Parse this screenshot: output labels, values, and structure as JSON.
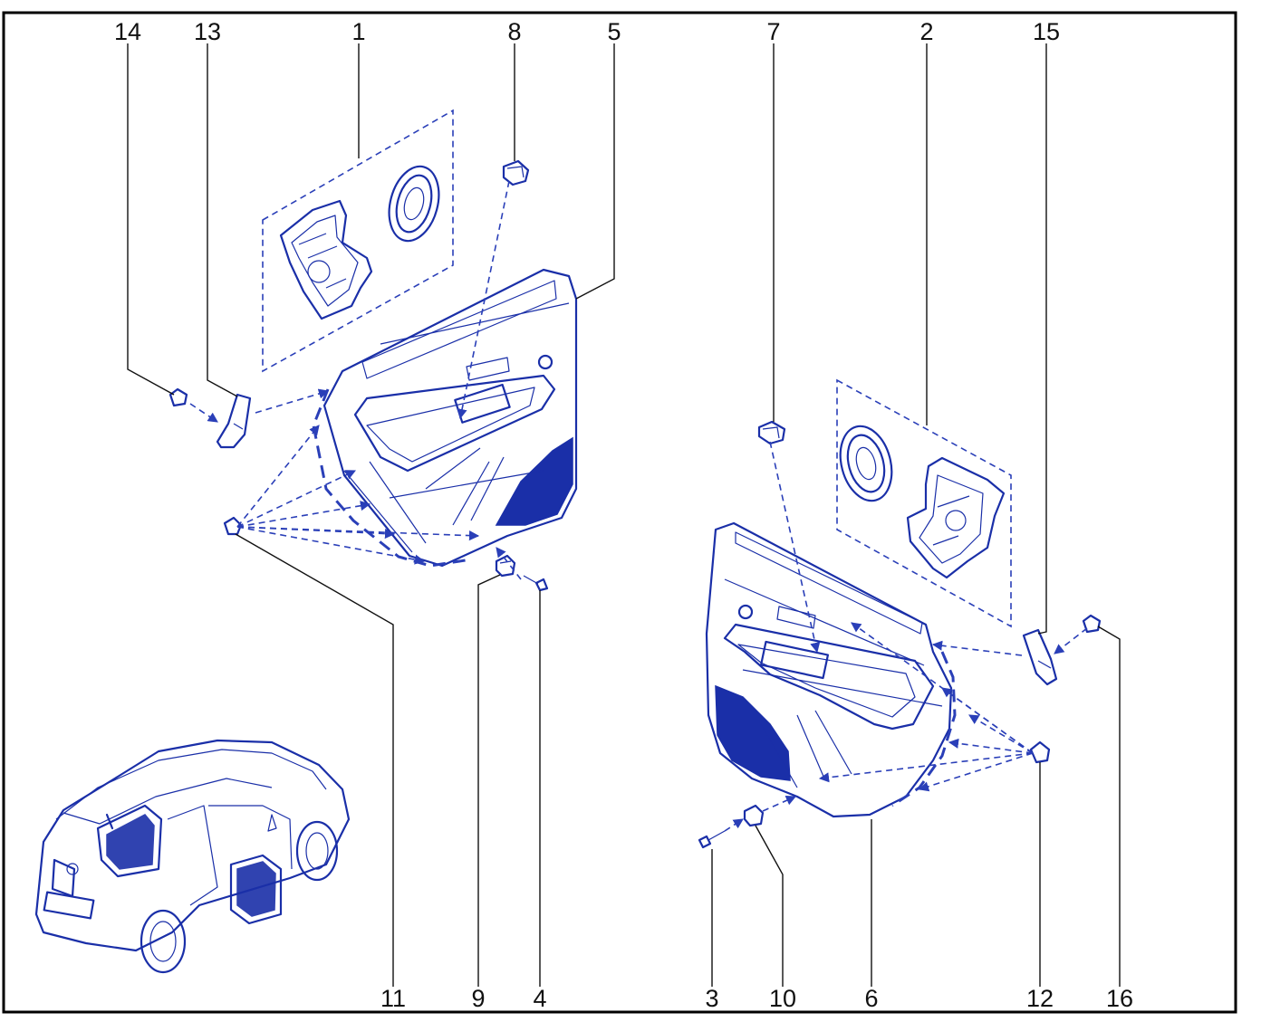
{
  "callouts": {
    "c1": "1",
    "c2": "2",
    "c3": "3",
    "c4": "4",
    "c5": "5",
    "c6": "6",
    "c7": "7",
    "c8": "8",
    "c9": "9",
    "c10": "10",
    "c11": "11",
    "c12": "12",
    "c13": "13",
    "c14": "14",
    "c15": "15",
    "c16": "16"
  },
  "colors": {
    "line": "#1a2fa8",
    "label": "#111111",
    "border": "#000000"
  }
}
